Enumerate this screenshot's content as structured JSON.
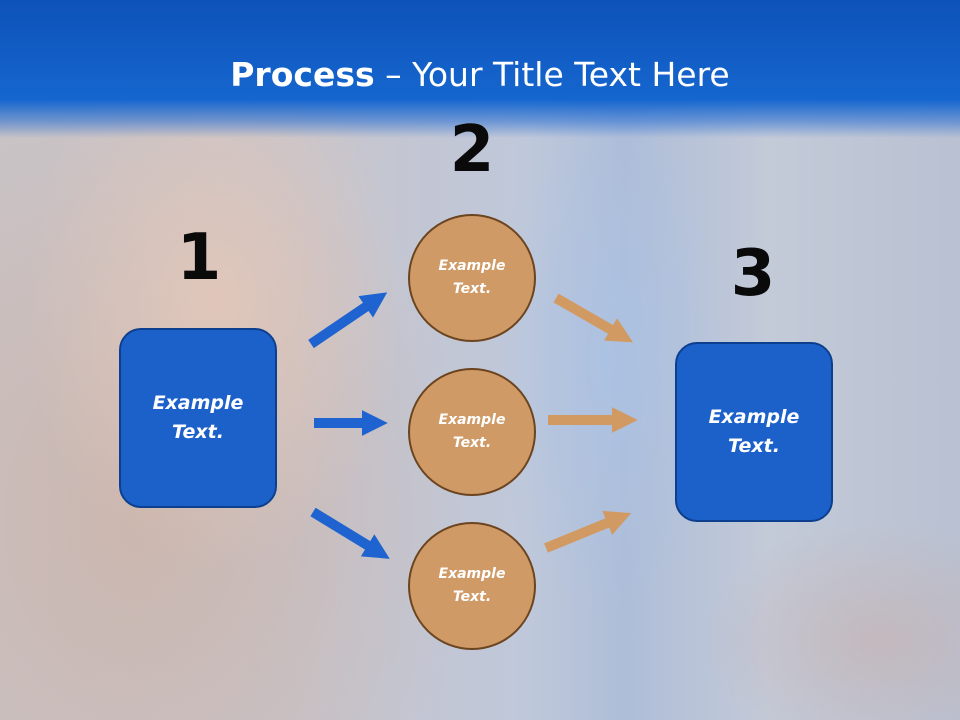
{
  "slide": {
    "title_bold": "Process",
    "title_rest": " – Your Title Text Here",
    "steps": {
      "one": {
        "number": "1",
        "box_text": "Example\nText."
      },
      "two": {
        "number": "2",
        "circles": [
          "Example\nText.",
          "Example\nText.",
          "Example\nText."
        ]
      },
      "three": {
        "number": "3",
        "box_text": "Example\nText."
      }
    }
  },
  "colors": {
    "title_band": "#1566cf",
    "box_fill": "#1c61c9",
    "circle_fill": "#cf9a65",
    "blue_arrow": "#1f63d1",
    "tan_arrow": "#d29a63"
  }
}
